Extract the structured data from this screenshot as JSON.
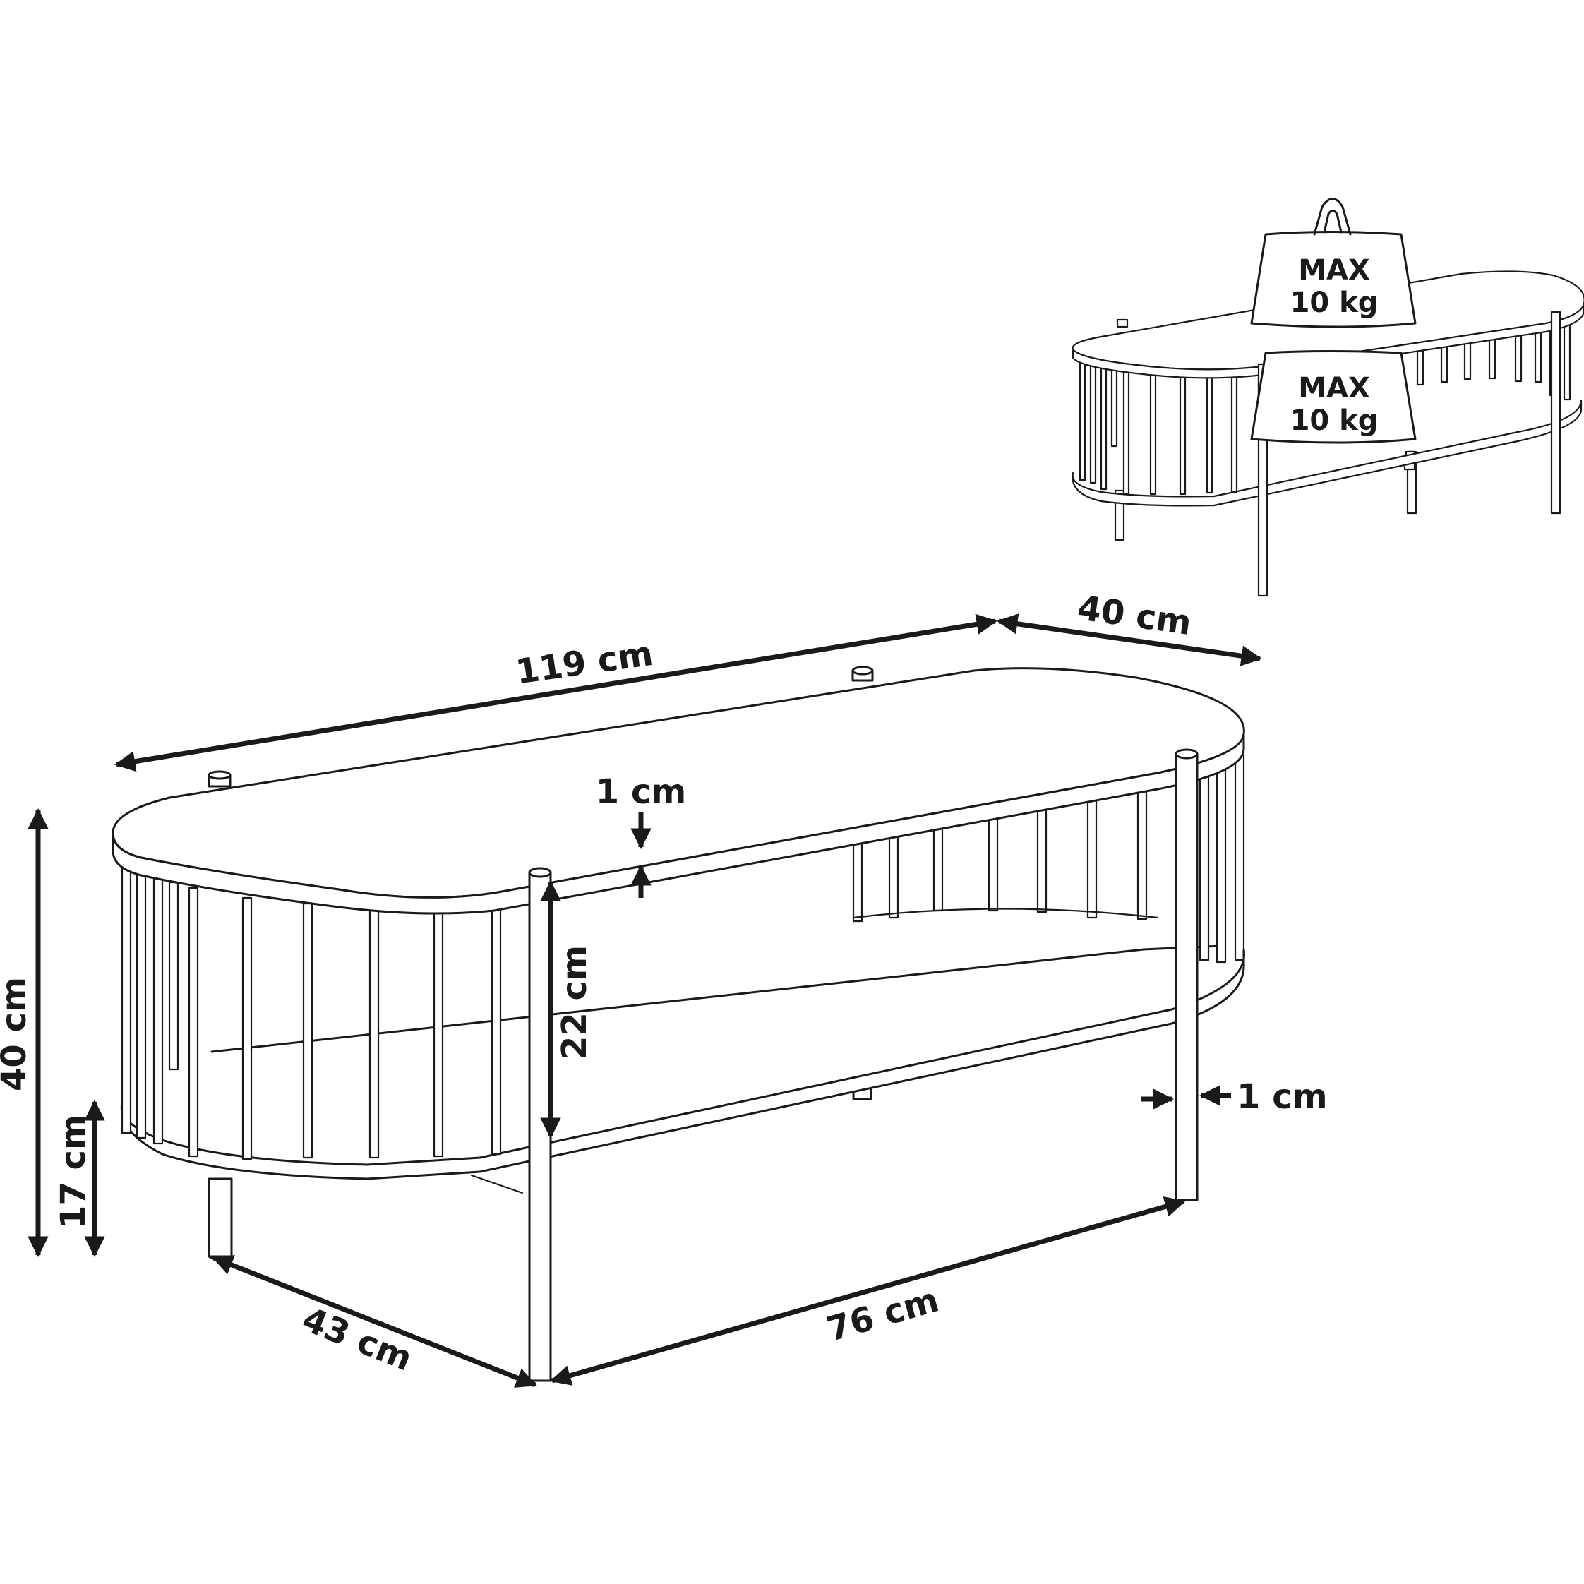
{
  "dimensions": {
    "length": "119 cm",
    "width": "40 cm",
    "height": "40 cm",
    "top_thickness": "1 cm",
    "shelf_gap": "22 cm",
    "leg_diameter": "1 cm",
    "shelf_height": "17 cm",
    "leg_depth_spacing": "43 cm",
    "leg_length_spacing": "76 cm"
  },
  "load_limits": {
    "top": {
      "line1": "MAX",
      "line2": "10 kg"
    },
    "shelf": {
      "line1": "MAX",
      "line2": "10 kg"
    }
  }
}
